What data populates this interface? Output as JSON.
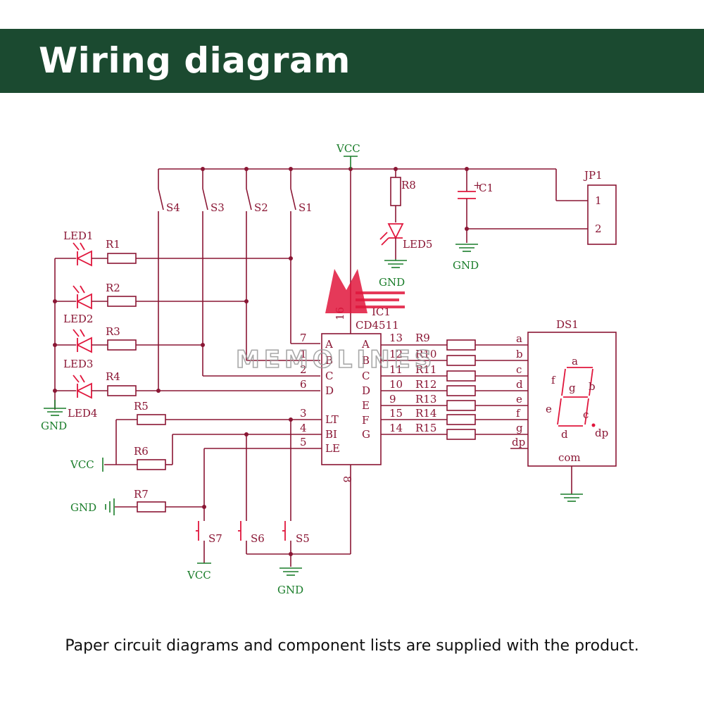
{
  "header": {
    "title": "Wiring diagram"
  },
  "caption": "Paper circuit diagrams and component lists are supplied with the product.",
  "watermark": {
    "text": "MEMOLINES"
  },
  "power": {
    "vcc": "VCC",
    "gnd": "GND"
  },
  "switches": [
    "S1",
    "S2",
    "S3",
    "S4",
    "S5",
    "S6",
    "S7"
  ],
  "leds": [
    "LED1",
    "LED2",
    "LED3",
    "LED4",
    "LED5"
  ],
  "resistors": [
    "R1",
    "R2",
    "R3",
    "R4",
    "R5",
    "R6",
    "R7",
    "R8",
    "R9",
    "R10",
    "R11",
    "R12",
    "R13",
    "R14",
    "R15"
  ],
  "capacitor": "C1",
  "connector": {
    "name": "JP1",
    "pins": [
      "1",
      "2"
    ]
  },
  "ic": {
    "ref": "IC1",
    "part": "CD4511",
    "vdd_pin": "16",
    "vss_pin": "8",
    "left_pins": [
      {
        "num": "7",
        "name": "A"
      },
      {
        "num": "1",
        "name": "B"
      },
      {
        "num": "2",
        "name": "C"
      },
      {
        "num": "6",
        "name": "D"
      },
      {
        "num": "3",
        "name": "LT"
      },
      {
        "num": "4",
        "name": "BI"
      },
      {
        "num": "5",
        "name": "LE"
      }
    ],
    "right_pins": [
      {
        "num": "13",
        "name": "A"
      },
      {
        "num": "12",
        "name": "B"
      },
      {
        "num": "11",
        "name": "C"
      },
      {
        "num": "10",
        "name": "D"
      },
      {
        "num": "9",
        "name": "E"
      },
      {
        "num": "15",
        "name": "F"
      },
      {
        "num": "14",
        "name": "G"
      }
    ]
  },
  "display": {
    "ref": "DS1",
    "pins": [
      "a",
      "b",
      "c",
      "d",
      "e",
      "f",
      "g",
      "dp"
    ],
    "segments": [
      "a",
      "b",
      "c",
      "d",
      "e",
      "f",
      "g",
      "dp"
    ],
    "com": "com"
  },
  "colors": {
    "header_bg": "#1b4a30",
    "wire": "#8a1634",
    "ground": "#1a7d2a",
    "led": "#e0163c"
  }
}
